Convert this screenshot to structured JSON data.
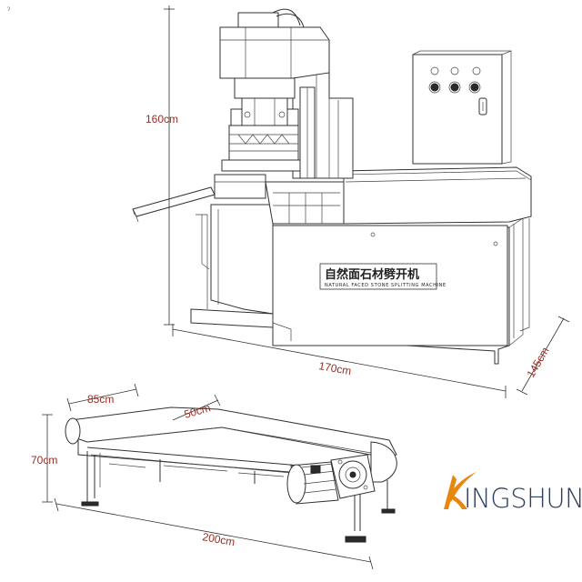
{
  "corner_mark": "ˀ",
  "machine": {
    "height_label": "160cm",
    "length_label": "170cm",
    "depth_label": "145cm",
    "plate_title": "自然面石材劈开机",
    "plate_subtitle": "NATURAL FACED STONE SPLITTING MACHINE"
  },
  "conveyor": {
    "segment_label": "85cm",
    "width_label": "50cm",
    "height_label": "70cm",
    "length_label": "200cm"
  },
  "brand": {
    "name": "INGSHUN",
    "icon": "k-swoosh-logo",
    "colors": {
      "orange": "#e8870e",
      "navy": "#2c3e5c"
    }
  },
  "colors": {
    "dimension_text": "#9a2d22",
    "line": "#333333"
  }
}
